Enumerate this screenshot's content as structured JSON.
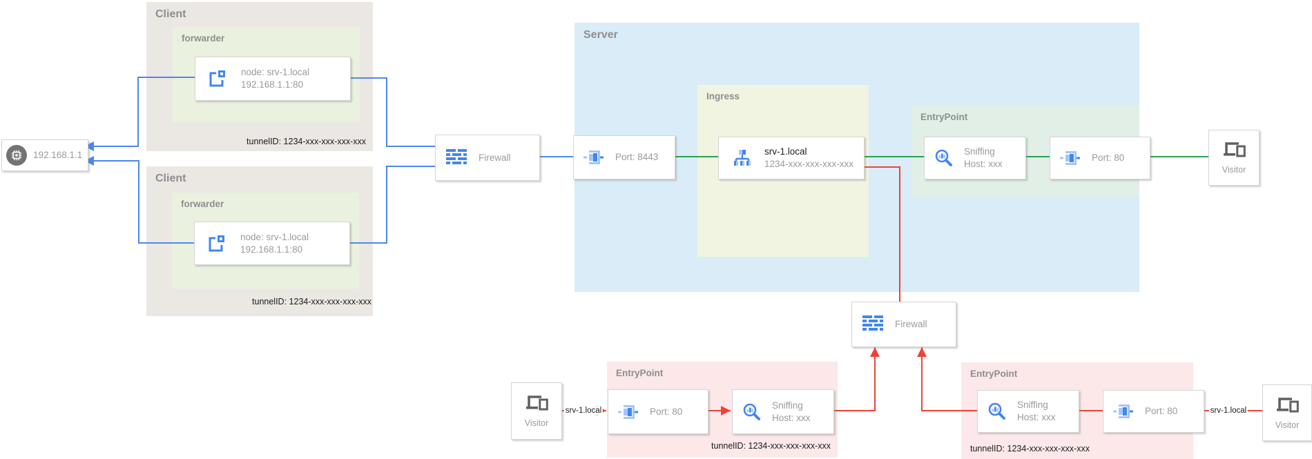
{
  "diagram_title": "tunnel network architecture diagram",
  "containers": {
    "client1": {
      "label": "Client"
    },
    "forwarder1": {
      "label": "forwarder"
    },
    "client2": {
      "label": "Client"
    },
    "forwarder2": {
      "label": "forwarder"
    },
    "server": {
      "label": "Server"
    },
    "ingress": {
      "label": "Ingress"
    },
    "entrypoint_top": {
      "label": "EntryPoint"
    },
    "entrypoint_bottom_left": {
      "label": "EntryPoint"
    },
    "entrypoint_bottom_right": {
      "label": "EntryPoint"
    }
  },
  "nodes": {
    "host": {
      "label": "192.168.1.1",
      "icon": "chip-icon"
    },
    "node1": {
      "line1": "node: srv-1.local",
      "line2": "192.168.1.1:80",
      "icon": "node-icon"
    },
    "node2": {
      "line1": "node: srv-1.local",
      "line2": "192.168.1.1:80",
      "icon": "node-icon"
    },
    "firewall_top": {
      "label": "Firewall",
      "icon": "firewall-icon"
    },
    "port_8443": {
      "label": "Port: 8443",
      "icon": "port-icon"
    },
    "ingress_service": {
      "title": "srv-1.local",
      "subtitle": "1234-xxx-xxx-xxx-xxx",
      "icon": "hierarchy-icon"
    },
    "sniffing_top": {
      "line1": "Sniffing",
      "line2": "Host: xxx",
      "icon": "sniffing-icon"
    },
    "port_80_top": {
      "label": "Port: 80",
      "icon": "port-icon"
    },
    "visitor_top": {
      "label": "Visitor",
      "icon": "devices-icon"
    },
    "firewall_bottom": {
      "label": "Firewall",
      "icon": "firewall-icon"
    },
    "visitor_bottom_left": {
      "label": "Visitor",
      "icon": "devices-icon"
    },
    "port_80_bottom_left": {
      "label": "Port: 80",
      "icon": "port-icon"
    },
    "sniffing_bottom_left": {
      "line1": "Sniffing",
      "line2": "Host: xxx",
      "icon": "sniffing-icon"
    },
    "sniffing_bottom_right": {
      "line1": "Sniffing",
      "line2": "Host: xxx",
      "icon": "sniffing-icon"
    },
    "port_80_bottom_right": {
      "label": "Port: 80",
      "icon": "port-icon"
    },
    "visitor_bottom_right": {
      "label": "Visitor",
      "icon": "devices-icon"
    }
  },
  "tunnel_ids": {
    "client1": "tunnelID: 1234-xxx-xxx-xxx-xxx",
    "client2": "tunnelID: 1234-xxx-xxx-xxx-xxx",
    "bottom_left": "tunnelID: 1234-xxx-xxx-xxx-xxx",
    "bottom_right": "tunnelID: 1234-xxx-xxx-xxx-xxx"
  },
  "edge_labels": {
    "bottom_left": "srv-1.local",
    "bottom_right": "srv-1.local"
  },
  "colors": {
    "edge_blue": "#4d86ef",
    "edge_green": "#2aa14b",
    "edge_red": "#ee4237",
    "icon_blue": "#4285f4",
    "icon_blue_light": "#a5c6fa",
    "device_gray": "#616161",
    "container_client": "#ebe8e3",
    "container_forwarder": "#eaf2df",
    "container_server": "#d9ecf7",
    "container_ingress": "#f0f4e1",
    "container_entrypoint_green": "#e1efe7",
    "container_entrypoint_pink": "#fce8e8"
  }
}
